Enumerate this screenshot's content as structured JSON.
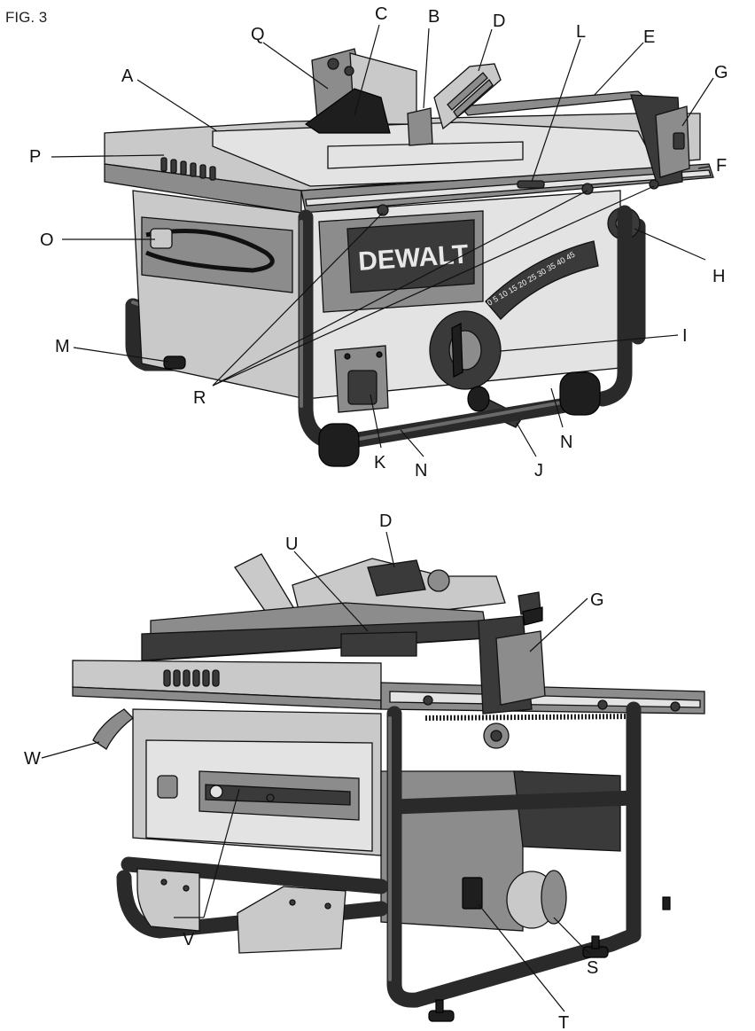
{
  "figure": {
    "title": "FIG. 3",
    "brand": "DEWALT",
    "bevel_scale": "0 5 10 15 20 25 30 35 40 45"
  },
  "callouts_top": {
    "A": "A",
    "B": "B",
    "C": "C",
    "D": "D",
    "E": "E",
    "F": "F",
    "G": "G",
    "H": "H",
    "I": "I",
    "J": "J",
    "K": "K",
    "L": "L",
    "M": "M",
    "N1": "N",
    "N2": "N",
    "O": "O",
    "P": "P",
    "Q": "Q",
    "R": "R"
  },
  "callouts_bottom": {
    "D": "D",
    "G": "G",
    "S": "S",
    "T": "T",
    "U": "U",
    "V": "V",
    "W": "W"
  }
}
